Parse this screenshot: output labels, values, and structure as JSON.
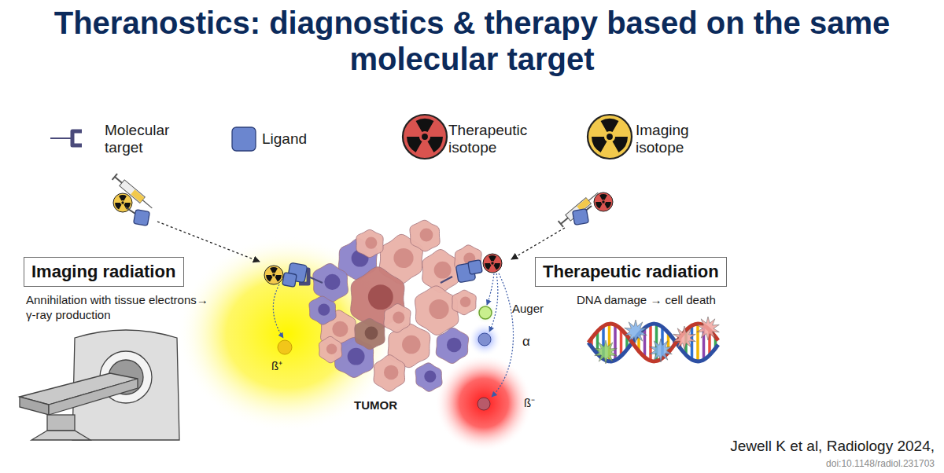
{
  "diagram": {
    "title": "Theranostics: diagnostics & therapy based on the same molecular target",
    "nodes": [
      {
        "text": [
          "Imaging radiation",
          "Annihilation with tissue electrons→ γ-ray production"
        ]
      },
      {
        "text": [
          "Therapeutic radiation",
          "DNA damage → cell death"
        ]
      }
    ],
    "labels": [
      "ß⁺",
      "Auger",
      "α",
      "ß⁻",
      "TUMOR",
      "Jewell K et al, Radiology 2024,",
      "doi:10.1148/radiol.231703"
    ],
    "legend": [
      {
        "text": "Molecular target"
      },
      {
        "text": "Ligand"
      },
      {
        "text": "Therapeutic isotope"
      },
      {
        "text": "Imaging isotope"
      }
    ]
  }
}
